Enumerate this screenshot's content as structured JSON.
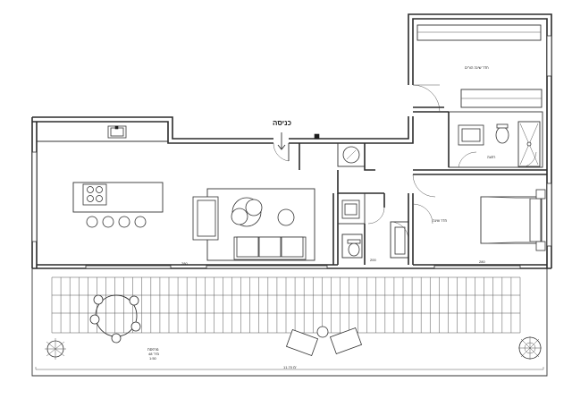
{
  "plan": {
    "entrance_label": "כניסה",
    "terrace_label_line1": "מרפסת",
    "terrace_label_line2": "48 מ\"ר",
    "terrace_label_line3": "1:50",
    "bottom_dimension": "11.70 מ'",
    "bedroom1_label": "חדר שינה",
    "master_bedroom_label": "חדר שינה הורים",
    "bath_label": "רחצה",
    "living_dim": "280",
    "terrace_dim_right": "280",
    "small_dim": "200"
  }
}
